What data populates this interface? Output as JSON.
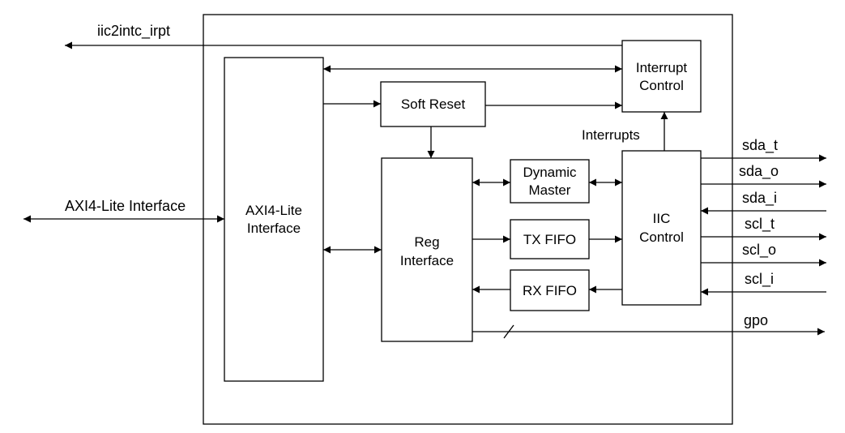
{
  "blocks": {
    "axi_lite": [
      "AXI4-Lite",
      "Interface"
    ],
    "soft_reset": "Soft Reset",
    "interrupt_control": [
      "Interrupt",
      "Control"
    ],
    "reg_interface": [
      "Reg",
      "Interface"
    ],
    "dynamic_master": [
      "Dynamic",
      "Master"
    ],
    "tx_fifo": "TX FIFO",
    "rx_fifo": "RX FIFO",
    "iic_control": [
      "IIC",
      "Control"
    ]
  },
  "signals": {
    "irpt": "iic2intc_irpt",
    "axi_external": "AXI4-Lite Interface",
    "interrupts": "Interrupts",
    "sda_t": "sda_t",
    "sda_o": "sda_o",
    "sda_i": "sda_i",
    "scl_t": "scl_t",
    "scl_o": "scl_o",
    "scl_i": "scl_i",
    "gpo": "gpo"
  },
  "colors": {
    "line": "#000000",
    "background": "#ffffff"
  }
}
